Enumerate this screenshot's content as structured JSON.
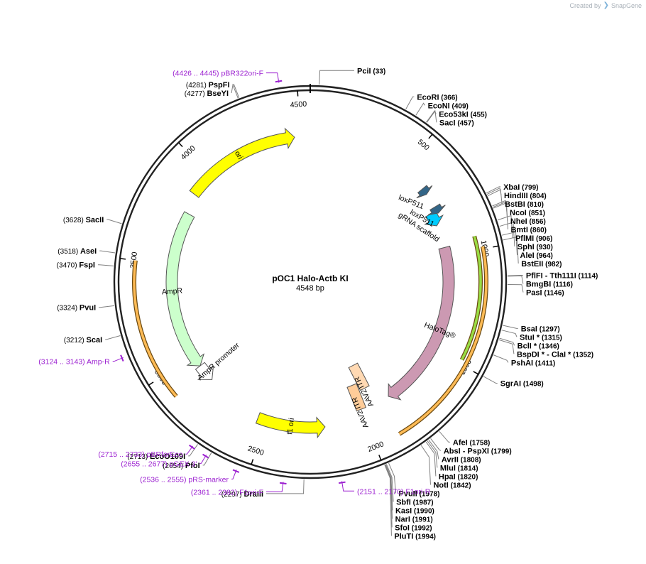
{
  "brand": {
    "prefix": "Created by",
    "name": "SnapGene"
  },
  "plasmid": {
    "name": "pOC1 Halo-Actb KI",
    "length_label": "4548 bp",
    "length": 4548
  },
  "ticks": [
    {
      "label": "500",
      "pos": 500
    },
    {
      "label": "1000",
      "pos": 1000
    },
    {
      "label": "1500",
      "pos": 1500
    },
    {
      "label": "2000",
      "pos": 2000
    },
    {
      "label": "2500",
      "pos": 2500
    },
    {
      "label": "3000",
      "pos": 3000
    },
    {
      "label": "3500",
      "pos": 3500
    },
    {
      "label": "4000",
      "pos": 4000
    },
    {
      "label": "4500",
      "pos": 4500
    }
  ],
  "features": [
    {
      "name": "ori",
      "start": 3880,
      "end": 4470,
      "color": "#ffff00",
      "track": "inner1",
      "dir": 1
    },
    {
      "name": "AmpR",
      "start": 2940,
      "end": 3780,
      "color": "#ccffcc",
      "track": "inner2",
      "dir": -1
    },
    {
      "name": "AmpR promoter",
      "start": 2845,
      "end": 2940,
      "color": "#ffffff",
      "track": "inner2",
      "dir": -1
    },
    {
      "name": "f1 ori",
      "start": 2200,
      "end": 2540,
      "color": "#ffff00",
      "track": "inner1",
      "dir": -1
    },
    {
      "name": "HaloTag®",
      "start": 955,
      "end": 1840,
      "color": "#cc99b2",
      "track": "inner2",
      "dir": 1
    },
    {
      "name": "gRNA scaffold",
      "start": 765,
      "end": 835,
      "color": "#00ccff",
      "track": "inner2",
      "dir": 1
    },
    {
      "name": "loxP511",
      "start": 636,
      "end": 670,
      "color": "#336688",
      "track": "inner1",
      "dir": 1
    },
    {
      "name": "loxP511",
      "start": 745,
      "end": 780,
      "color": "#336688",
      "track": "inner1",
      "dir": 1
    },
    {
      "name": "AAV2 ITR",
      "start": 1900,
      "end": 1960,
      "color": "#ffd9b3",
      "track": "box1",
      "dir": 0
    },
    {
      "name": "AAV2 ITR",
      "start": 1965,
      "end": 2030,
      "color": "#ffcc99",
      "track": "box2",
      "dir": 0
    }
  ],
  "arcs": [
    {
      "name": "amp-r-orange-arc",
      "start": 2900,
      "end": 3500,
      "color": "#ffbb55",
      "track": "band"
    },
    {
      "name": "halo-orange-arc",
      "start": 990,
      "end": 1890,
      "color": "#ffbb55",
      "track": "band"
    },
    {
      "name": "halo-green-arc",
      "start": 940,
      "end": 1480,
      "color": "#99dd44",
      "track": "bandin"
    }
  ],
  "sites": [
    {
      "name": "PciI",
      "pos_label": "(33)",
      "pos": 33,
      "side": "right"
    },
    {
      "name": "EcoRI",
      "pos_label": "(366)",
      "pos": 366,
      "side": "right"
    },
    {
      "name": "EcoNI",
      "pos_label": "(409)",
      "pos": 409,
      "side": "right"
    },
    {
      "name": "Eco53kI",
      "pos_label": "(455)",
      "pos": 455,
      "side": "right"
    },
    {
      "name": "SacI",
      "pos_label": "(457)",
      "pos": 457,
      "side": "right"
    },
    {
      "name": "XbaI",
      "pos_label": "(799)",
      "pos": 799,
      "side": "right"
    },
    {
      "name": "HindIII",
      "pos_label": "(804)",
      "pos": 804,
      "side": "right"
    },
    {
      "name": "BstBI",
      "pos_label": "(810)",
      "pos": 810,
      "side": "right"
    },
    {
      "name": "NcoI",
      "pos_label": "(851)",
      "pos": 851,
      "side": "right"
    },
    {
      "name": "NheI",
      "pos_label": "(856)",
      "pos": 856,
      "side": "right"
    },
    {
      "name": "BmtI",
      "pos_label": "(860)",
      "pos": 860,
      "side": "right"
    },
    {
      "name": "PflMI",
      "pos_label": "(906)",
      "pos": 906,
      "side": "right"
    },
    {
      "name": "SphI",
      "pos_label": "(930)",
      "pos": 930,
      "side": "right"
    },
    {
      "name": "AleI",
      "pos_label": "(964)",
      "pos": 964,
      "side": "right"
    },
    {
      "name": "BstEII",
      "pos_label": "(982)",
      "pos": 982,
      "side": "right"
    },
    {
      "name": "PflFI  - Tth111I",
      "pos_label": "(1114)",
      "pos": 1114,
      "side": "right"
    },
    {
      "name": "BmgBI",
      "pos_label": "(1116)",
      "pos": 1116,
      "side": "right"
    },
    {
      "name": "PasI",
      "pos_label": "(1146)",
      "pos": 1146,
      "side": "right"
    },
    {
      "name": "BsaI",
      "pos_label": "(1297)",
      "pos": 1297,
      "side": "right"
    },
    {
      "name": "StuI *",
      "pos_label": "(1315)",
      "pos": 1315,
      "side": "right"
    },
    {
      "name": "BclI *",
      "pos_label": "(1346)",
      "pos": 1346,
      "side": "right"
    },
    {
      "name": "BspDI *  - ClaI *",
      "pos_label": "(1352)",
      "pos": 1352,
      "side": "right"
    },
    {
      "name": "PshAI",
      "pos_label": "(1411)",
      "pos": 1411,
      "side": "right"
    },
    {
      "name": "SgrAI",
      "pos_label": "(1498)",
      "pos": 1498,
      "side": "right"
    },
    {
      "name": "AfeI",
      "pos_label": "(1758)",
      "pos": 1758,
      "side": "right"
    },
    {
      "name": "AbsI  - PspXI",
      "pos_label": "(1799)",
      "pos": 1799,
      "side": "right"
    },
    {
      "name": "AvrII",
      "pos_label": "(1808)",
      "pos": 1808,
      "side": "right"
    },
    {
      "name": "MluI",
      "pos_label": "(1814)",
      "pos": 1814,
      "side": "right"
    },
    {
      "name": "HpaI",
      "pos_label": "(1820)",
      "pos": 1820,
      "side": "right"
    },
    {
      "name": "NotI",
      "pos_label": "(1842)",
      "pos": 1842,
      "side": "right"
    },
    {
      "name": "PvuII",
      "pos_label": "(1978)",
      "pos": 1978,
      "side": "right"
    },
    {
      "name": "SbfI",
      "pos_label": "(1987)",
      "pos": 1987,
      "side": "right"
    },
    {
      "name": "KasI",
      "pos_label": "(1990)",
      "pos": 1990,
      "side": "right"
    },
    {
      "name": "NarI",
      "pos_label": "(1991)",
      "pos": 1991,
      "side": "right"
    },
    {
      "name": "SfoI",
      "pos_label": "(1992)",
      "pos": 1992,
      "side": "right"
    },
    {
      "name": "PluTI",
      "pos_label": "(1994)",
      "pos": 1994,
      "side": "right"
    },
    {
      "name": "DraIII",
      "pos_label": "(2297)",
      "pos": 2297,
      "side": "left"
    },
    {
      "name": "PfoI",
      "pos_label": "(2654)",
      "pos": 2654,
      "side": "left"
    },
    {
      "name": "EcoO109I",
      "pos_label": "(2713)",
      "pos": 2713,
      "side": "left"
    },
    {
      "name": "ScaI",
      "pos_label": "(3212)",
      "pos": 3212,
      "side": "left"
    },
    {
      "name": "PvuI",
      "pos_label": "(3324)",
      "pos": 3324,
      "side": "left"
    },
    {
      "name": "FspI",
      "pos_label": "(3470)",
      "pos": 3470,
      "side": "left"
    },
    {
      "name": "AseI",
      "pos_label": "(3518)",
      "pos": 3518,
      "side": "left"
    },
    {
      "name": "SacII",
      "pos_label": "(3628)",
      "pos": 3628,
      "side": "left"
    },
    {
      "name": "BseYI",
      "pos_label": "(4277)",
      "pos": 4277,
      "side": "left"
    },
    {
      "name": "PspFI",
      "pos_label": "(4281)",
      "pos": 4281,
      "side": "left"
    }
  ],
  "primers": [
    {
      "name": "pBR322ori-F",
      "range_label": "(4426 .. 4445)",
      "pos": 4435,
      "side": "left"
    },
    {
      "name": "Amp-R",
      "range_label": "(3124 .. 3143)",
      "pos": 3133,
      "side": "left"
    },
    {
      "name": "pBRforEco",
      "range_label": "(2715 .. 2733)",
      "pos": 2724,
      "side": "left"
    },
    {
      "name": "pGEX 3'",
      "range_label": "(2655 .. 2677)",
      "pos": 2666,
      "side": "left"
    },
    {
      "name": "pRS-marker",
      "range_label": "(2536 .. 2555)",
      "pos": 2545,
      "side": "left"
    },
    {
      "name": "F1ori-F",
      "range_label": "(2361 .. 2382)",
      "pos": 2371,
      "side": "left"
    },
    {
      "name": "F1ori-R",
      "range_label": "(2151 .. 2170)",
      "pos": 2160,
      "side": "left"
    }
  ]
}
